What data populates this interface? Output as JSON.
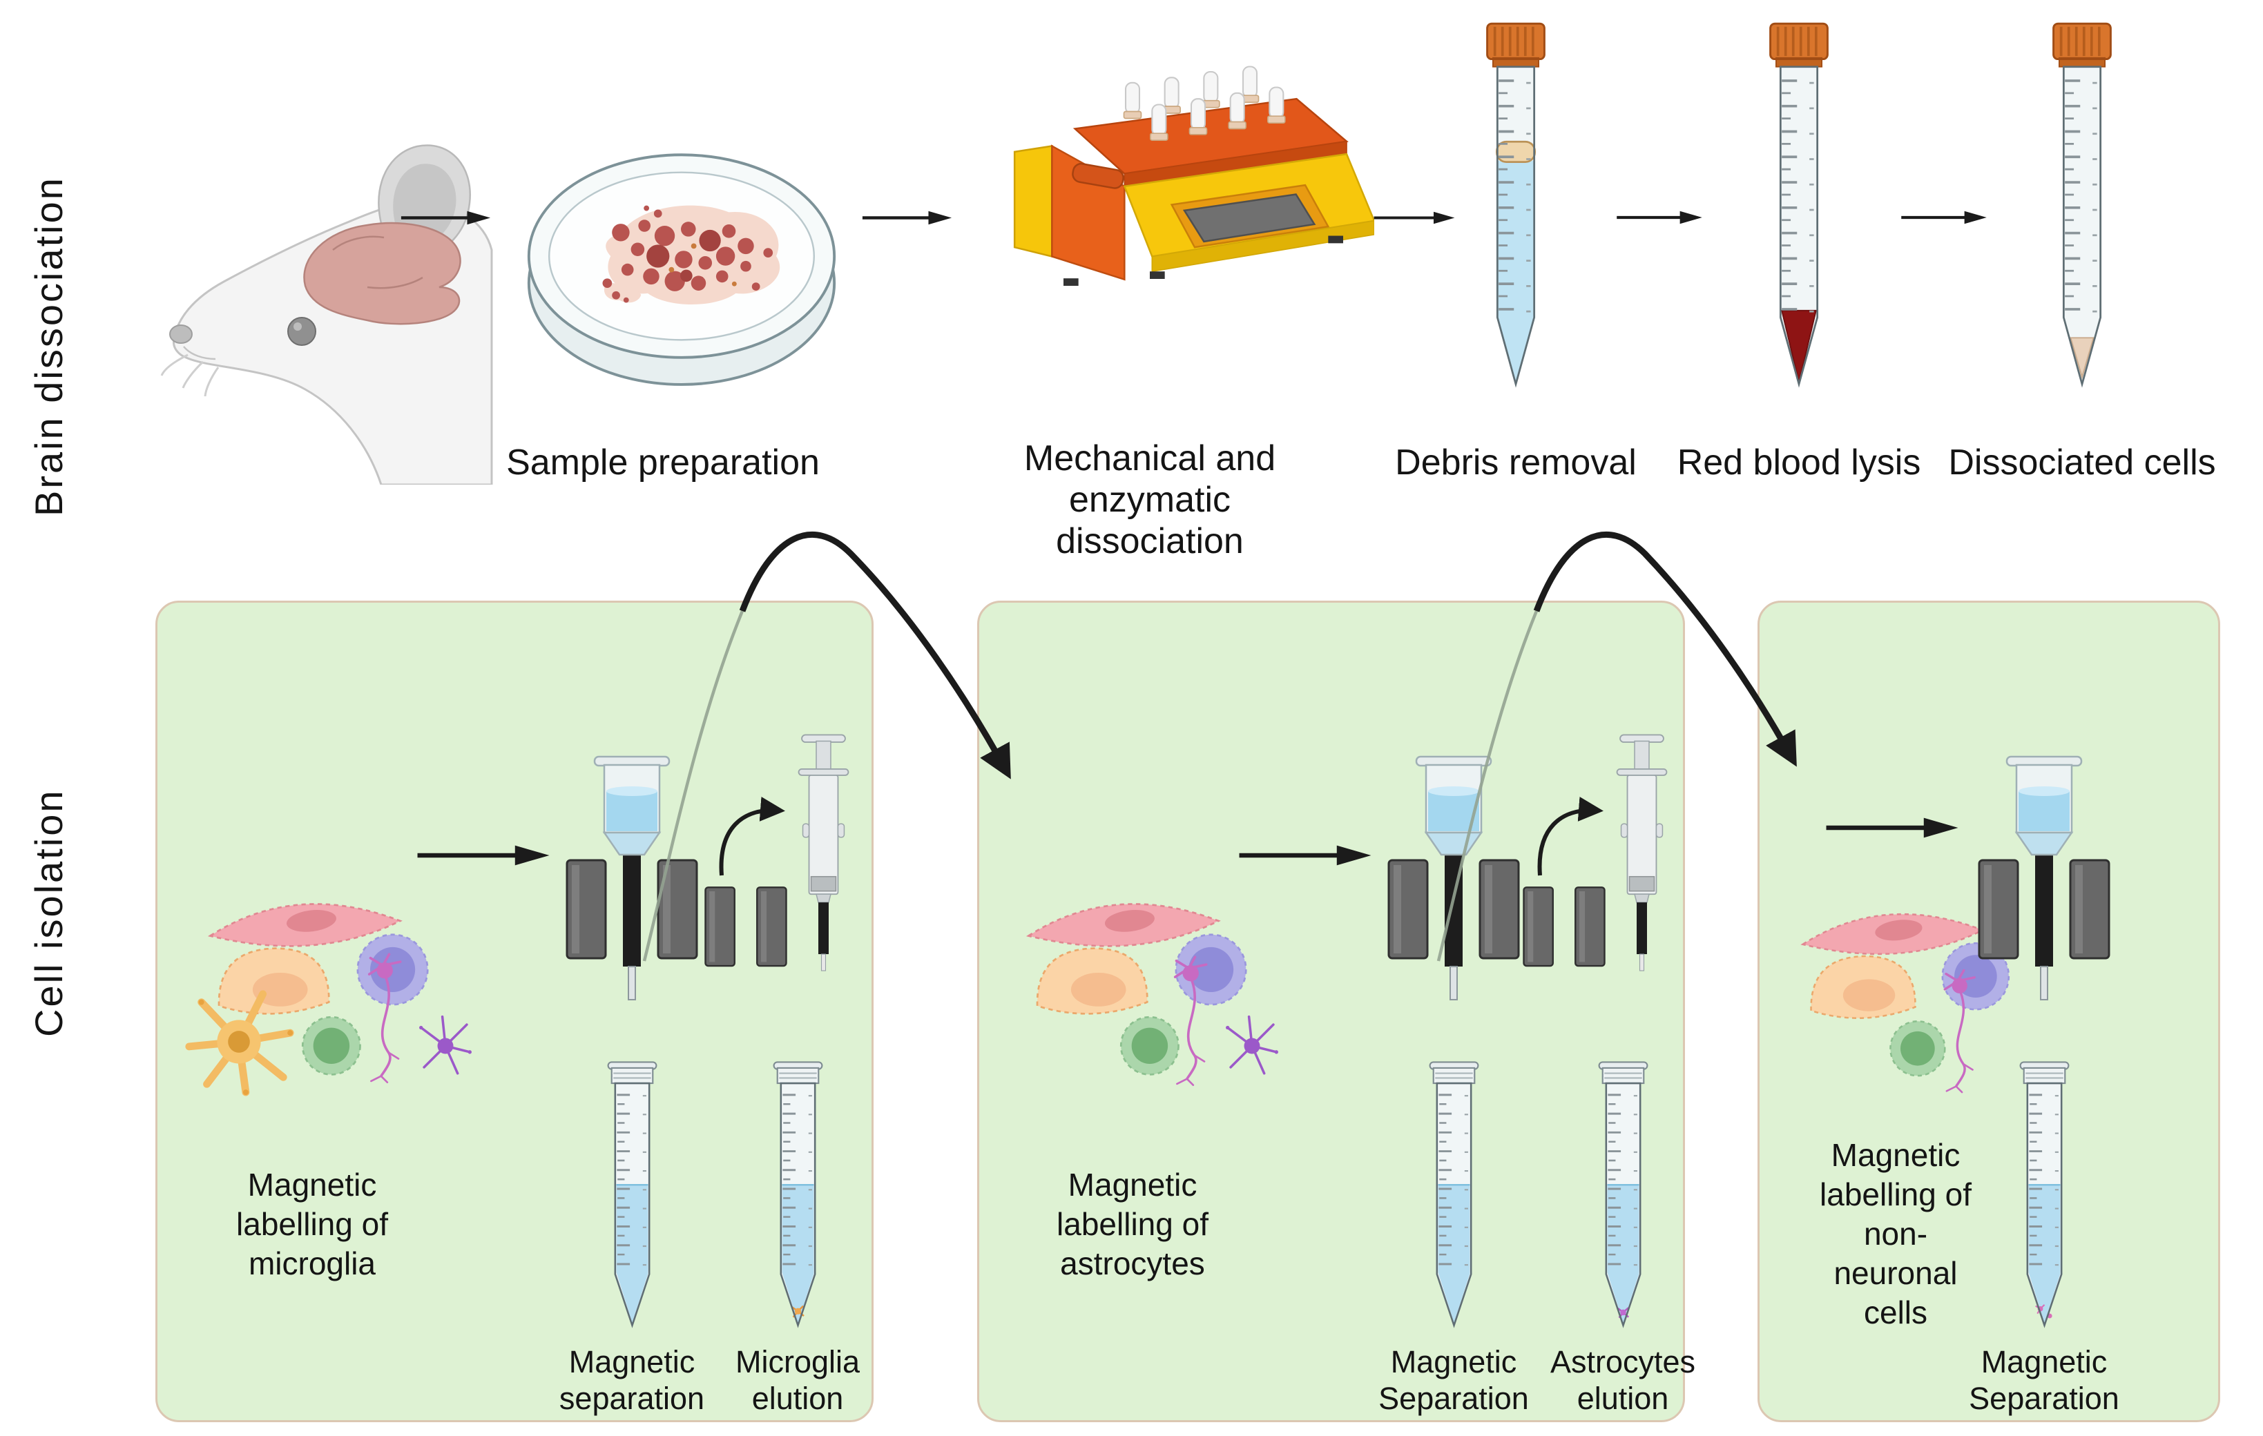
{
  "sections": {
    "brain": {
      "title": "Brain dissociation",
      "sample_preparation": "Sample preparation",
      "mechanical_lines": [
        "Mechanical and",
        "enzymatic",
        "dissociation"
      ],
      "debris_removal": "Debris removal",
      "red_blood_lysis": "Red blood lysis",
      "dissociated_cells": "Dissociated cells"
    },
    "isolation": {
      "title": "Cell isolation",
      "boxes": [
        {
          "name": "microglia",
          "labelling_lines": [
            "Magnetic",
            "labelling of",
            "microglia"
          ],
          "separation_lines": [
            "Magnetic",
            "separation"
          ],
          "elution_lines": [
            "Microglia",
            "elution"
          ]
        },
        {
          "name": "astrocytes",
          "labelling_lines": [
            "Magnetic",
            "labelling of",
            "astrocytes"
          ],
          "separation_lines": [
            "Magnetic",
            "Separation"
          ],
          "elution_lines": [
            "Astrocytes",
            "elution"
          ]
        },
        {
          "name": "non-neuronal-cells",
          "labelling_lines": [
            "Magnetic",
            "labelling of",
            "non-",
            "neuronal",
            "cells"
          ],
          "separation_lines": [
            "Magnetic",
            "Separation"
          ]
        }
      ]
    }
  },
  "colors": {
    "box_bg": "#def2d3",
    "box_border": "#dcc7b2",
    "text": "#141414",
    "arrow_black": "#1b1b1b",
    "cap_orange": "#d9752c",
    "liquid_blue": "#bfe3f3",
    "debris_band": "#efd6ac",
    "red_pellet": "#8e1414",
    "cell_pellet": "#e9d2bc",
    "magnet_gray": "#686868",
    "machine_orange": "#e8611b",
    "machine_yellow": "#f6c60b",
    "brain_pink": "#d6a39c",
    "tissue_red": "#b85450"
  },
  "icons": [
    "mouse-head-icon",
    "petri-dish-icon",
    "dissociator-machine-icon",
    "capped-conical-tube-icon",
    "open-conical-tube-icon",
    "ms-column-icon",
    "magnet-pair-icon",
    "syringe-icon",
    "cell-cluster-icon",
    "microglia-cell-icon",
    "neuron-icon",
    "flow-arrow-icon",
    "curved-arrow-icon"
  ]
}
